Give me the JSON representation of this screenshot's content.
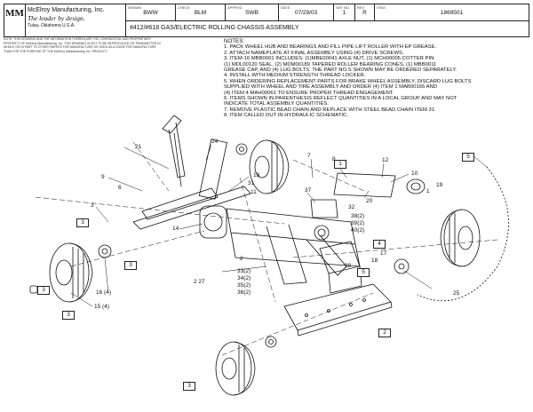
{
  "header": {
    "logo": "MM",
    "company": "McElroy Manufacturing, Inc.",
    "tagline": "The leader by design.",
    "location": "Tulsa, Oklahoma U.S.A.",
    "drawn_label": "DRAWN",
    "drawn_value": "BWW",
    "check_label": "CHECK",
    "check_value": "BLM",
    "apprvd_label": "APPRVD",
    "apprvd_value": "SWB",
    "date_label": "DATE",
    "date_value": "07/29/03",
    "sht_label": "SHT NO.",
    "sht_value": "1",
    "rev_label": "REV",
    "rev_value": "R",
    "item_label": "ITEM",
    "item_value": "1869501",
    "title": "#412/#618 GAS/ELECTRIC ROLLING CHASSIS ASSEMBLY"
  },
  "fine_print": [
    "NOTE: THIS DRAWING AND THE INFORMATION THEREIN ARE THE CONFIDENTIAL AND PROPRIETARY",
    "PROPERTY OF McElroy Manufacturing, Inc. THIS DRAWING IS NOT TO BE REPRODUCED OR TRANSMITTED IN",
    "WHOLE OR IN PART TO OTHER PARTIES FOR MANUFACTURE OR USED AS A GUIDE FOR MANUFACTURE",
    "THAN FOR THE PURPOSE OF THE McElroy Manufacturing, Inc. PRODUCT."
  ],
  "notes": {
    "title": "NOTES:",
    "lines": [
      "1. PACK WHEEL HUB AND BEARINGS AND FILL PIPE LIFT ROLLER WITH EP GREASE.",
      "2. ATTACH NAMEPLATE AT FINAL ASSEMBLY USING (4) DRIVE SCREWS.",
      "3. ITEM-16 MBB0001 INCLUDES: (1)MBE00041 AXLE NUT, (1) MCH00005 COTTER PIN",
      "   (1) MDL00120 SEAL, (2) MDM00189 TAPERED ROLLER BEARING CONES, (1) MBB0011",
      "   GREASE CAP, AND (4) LUG BOLTS. THE PART NO.S SHOWN MAY BE ORDERED SEPARATELY.",
      "4. INSTALL WITH MEDIUM STRENGTH THREAD LOCKER.",
      "5. WHEN ORDERING REPLACEMENT PARTS FOR BRAKE WHEEL ASSEMBLY, DISCARD LUG BOLTS",
      "   SUPPLIED WITH WHEEL AND TIRE ASSEMBLY AND ORDER (4) ITEM 1 MAB00165 AND",
      "   (4) ITEM 4 MAH00061 TO ENSURE PROPER THREAD ENGAGEMENT.",
      "6. ITEMS SHOWN IN PARENTHESIS REFLECT QUANTITIES IN A LOCAL GROUP AND MAY NOT",
      "   INDICATE TOTAL ASSEMBLY QUANTITIES.",
      "7. REMOVE PLASTIC BEAD CHAIN AND REPLACE WITH STEEL BEAD CHAIN ITEM 31.",
      "8. ITEM CALLED OUT IN HYDRAULIC SCHEMATIC."
    ]
  },
  "callouts": [
    {
      "t": "21"
    },
    {
      "t": "24"
    },
    {
      "t": "9"
    },
    {
      "t": "6"
    },
    {
      "t": "3"
    },
    {
      "t": "13"
    },
    {
      "t": "31"
    },
    {
      "t": "11"
    },
    {
      "t": "7"
    },
    {
      "t": "8"
    },
    {
      "t": "12"
    },
    {
      "t": "10"
    },
    {
      "t": "19"
    },
    {
      "t": "20"
    },
    {
      "t": "37"
    },
    {
      "t": "38(2)"
    },
    {
      "t": "39(2)"
    },
    {
      "t": "40(2)"
    },
    {
      "t": "14"
    },
    {
      "t": "16 (4)"
    },
    {
      "t": "15 (4)"
    },
    {
      "t": "2"
    },
    {
      "t": "2 27"
    },
    {
      "t": "33(2)"
    },
    {
      "t": "34(2)"
    },
    {
      "t": "35(2)"
    },
    {
      "t": "36(2)"
    },
    {
      "t": "28"
    },
    {
      "t": "18"
    },
    {
      "t": "17"
    },
    {
      "t": "25"
    },
    {
      "t": "32"
    },
    {
      "t": "1"
    }
  ],
  "note_boxes": [
    "5",
    "3",
    "3",
    "3",
    "3",
    "4",
    "5",
    "2",
    "3",
    "1"
  ]
}
